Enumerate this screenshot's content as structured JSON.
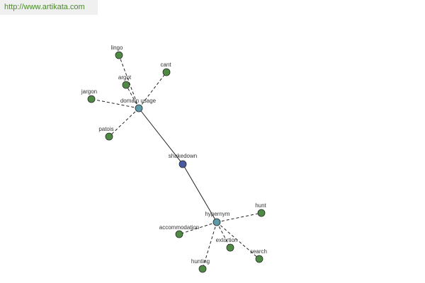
{
  "site_url": "http://www.artikata.com",
  "colors": {
    "leaf": "#4e8a44",
    "relation": "#5b9aa6",
    "root": "#4a5aa0",
    "edge": "#222222",
    "url_text": "#4a8a2a"
  },
  "nodes": [
    {
      "id": "shakedown",
      "label": "shakedown",
      "kind": "root"
    },
    {
      "id": "domain_usage",
      "label": "domain usage",
      "kind": "relation"
    },
    {
      "id": "hypernym",
      "label": "hypernym",
      "kind": "relation"
    },
    {
      "id": "lingo",
      "label": "lingo",
      "kind": "leaf"
    },
    {
      "id": "argot",
      "label": "argot",
      "kind": "leaf"
    },
    {
      "id": "cant",
      "label": "cant",
      "kind": "leaf"
    },
    {
      "id": "jargon",
      "label": "jargon",
      "kind": "leaf"
    },
    {
      "id": "patois",
      "label": "patois",
      "kind": "leaf"
    },
    {
      "id": "hunt",
      "label": "hunt",
      "kind": "leaf"
    },
    {
      "id": "accommodation",
      "label": "accommodation",
      "kind": "leaf"
    },
    {
      "id": "extortion",
      "label": "extortion",
      "kind": "leaf"
    },
    {
      "id": "search",
      "label": "search",
      "kind": "leaf"
    },
    {
      "id": "hunting",
      "label": "hunting",
      "kind": "leaf"
    }
  ],
  "edges": [
    {
      "from": "shakedown",
      "to": "domain_usage",
      "style": "solid"
    },
    {
      "from": "shakedown",
      "to": "hypernym",
      "style": "solid"
    },
    {
      "from": "domain_usage",
      "to": "lingo",
      "style": "dashed"
    },
    {
      "from": "domain_usage",
      "to": "argot",
      "style": "dashed"
    },
    {
      "from": "domain_usage",
      "to": "cant",
      "style": "dashed"
    },
    {
      "from": "domain_usage",
      "to": "jargon",
      "style": "dashed"
    },
    {
      "from": "domain_usage",
      "to": "patois",
      "style": "dashed"
    },
    {
      "from": "hypernym",
      "to": "hunt",
      "style": "dashed"
    },
    {
      "from": "hypernym",
      "to": "accommodation",
      "style": "dashed"
    },
    {
      "from": "hypernym",
      "to": "extortion",
      "style": "dashed"
    },
    {
      "from": "hypernym",
      "to": "search",
      "style": "dashed"
    },
    {
      "from": "hypernym",
      "to": "hunting",
      "style": "dashed"
    }
  ]
}
